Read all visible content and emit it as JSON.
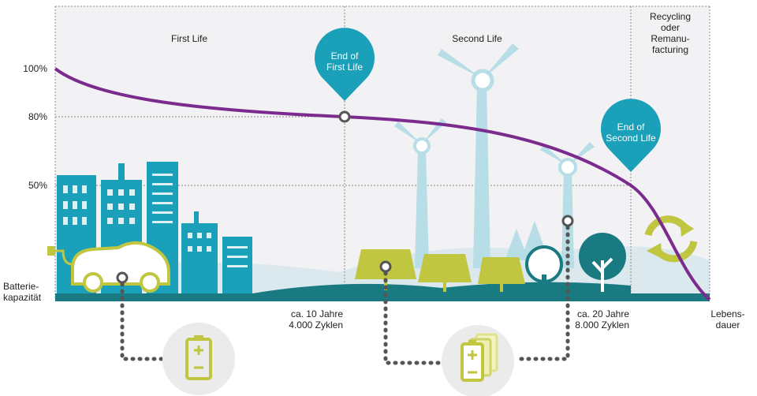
{
  "phases": {
    "first": "First Life",
    "second": "Second Life",
    "recycling": [
      "Recycling",
      "oder",
      "Remanu-",
      "facturing"
    ]
  },
  "y_axis": {
    "ticks": [
      "100%",
      "80%",
      "50%"
    ],
    "label": [
      "Batterie-",
      "kapazität"
    ]
  },
  "x_axis": {
    "mark1": [
      "ca. 10 Jahre",
      "4.000 Zyklen"
    ],
    "mark2": [
      "ca. 20 Jahre",
      "8.000 Zyklen"
    ],
    "label": [
      "Lebens-",
      "dauer"
    ]
  },
  "pins": {
    "first": [
      "End of",
      "First Life"
    ],
    "second": [
      "End of",
      "Second Life"
    ]
  },
  "colors": {
    "curve": "#7b2a8e",
    "teal": "#1aa0b8",
    "light_blue": "#b7dde6",
    "lime": "#c0c640",
    "ground": "#1a7a82",
    "grid": "#8a8a8a",
    "bg_panel": "#f2f1f4"
  }
}
